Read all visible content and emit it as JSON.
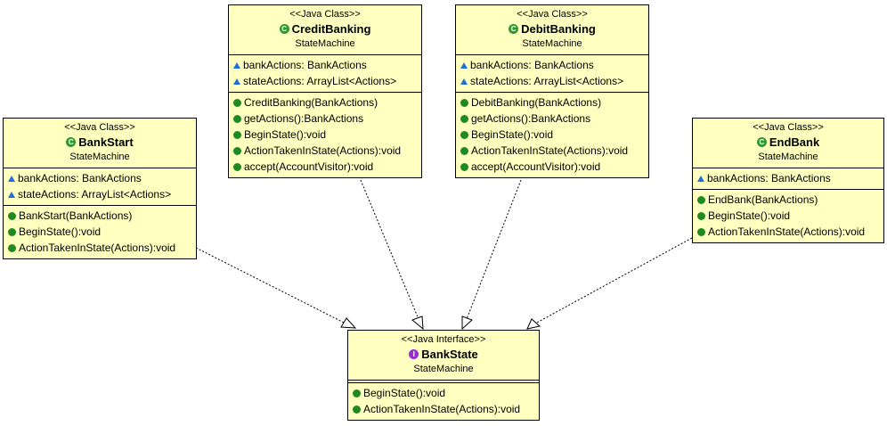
{
  "diagram": {
    "classes": [
      {
        "id": "bankstart",
        "stereotype": "<<Java Class>>",
        "kind": "class",
        "badge": "C",
        "name": "BankStart",
        "package": "StateMachine",
        "fields": [
          "bankActions: BankActions",
          "stateActions: ArrayList<Actions>"
        ],
        "methods": [
          {
            "kind": "constructor",
            "text": "BankStart(BankActions)"
          },
          {
            "kind": "method",
            "text": "BeginState():void"
          },
          {
            "kind": "method",
            "text": "ActionTakenInState(Actions):void"
          }
        ]
      },
      {
        "id": "creditbanking",
        "stereotype": "<<Java Class>>",
        "kind": "class",
        "badge": "C",
        "name": "CreditBanking",
        "package": "StateMachine",
        "fields": [
          "bankActions: BankActions",
          "stateActions: ArrayList<Actions>"
        ],
        "methods": [
          {
            "kind": "constructor",
            "text": "CreditBanking(BankActions)"
          },
          {
            "kind": "method",
            "text": "getActions():BankActions"
          },
          {
            "kind": "method",
            "text": "BeginState():void"
          },
          {
            "kind": "method",
            "text": "ActionTakenInState(Actions):void"
          },
          {
            "kind": "method",
            "text": "accept(AccountVisitor):void"
          }
        ]
      },
      {
        "id": "debitbanking",
        "stereotype": "<<Java Class>>",
        "kind": "class",
        "badge": "C",
        "name": "DebitBanking",
        "package": "StateMachine",
        "fields": [
          "bankActions: BankActions",
          "stateActions: ArrayList<Actions>"
        ],
        "methods": [
          {
            "kind": "constructor",
            "text": "DebitBanking(BankActions)"
          },
          {
            "kind": "method",
            "text": "getActions():BankActions"
          },
          {
            "kind": "method",
            "text": "BeginState():void"
          },
          {
            "kind": "method",
            "text": "ActionTakenInState(Actions):void"
          },
          {
            "kind": "method",
            "text": "accept(AccountVisitor):void"
          }
        ]
      },
      {
        "id": "endbank",
        "stereotype": "<<Java Class>>",
        "kind": "class",
        "badge": "C",
        "name": "EndBank",
        "package": "StateMachine",
        "fields": [
          "bankActions: BankActions"
        ],
        "methods": [
          {
            "kind": "constructor",
            "text": "EndBank(BankActions)"
          },
          {
            "kind": "method",
            "text": "BeginState():void"
          },
          {
            "kind": "method",
            "text": "ActionTakenInState(Actions):void"
          }
        ]
      },
      {
        "id": "bankstate",
        "stereotype": "<<Java Interface>>",
        "kind": "interface",
        "badge": "I",
        "name": "BankState",
        "package": "StateMachine",
        "fields": [],
        "methods": [
          {
            "kind": "method",
            "text": "BeginState():void"
          },
          {
            "kind": "method",
            "text": "ActionTakenInState(Actions):void"
          }
        ]
      }
    ],
    "relations": [
      {
        "from": "bankstart",
        "to": "bankstate",
        "type": "realization"
      },
      {
        "from": "creditbanking",
        "to": "bankstate",
        "type": "realization"
      },
      {
        "from": "debitbanking",
        "to": "bankstate",
        "type": "realization"
      },
      {
        "from": "endbank",
        "to": "bankstate",
        "type": "realization"
      }
    ],
    "colors": {
      "box_fill": "#ffffc0",
      "class_badge": "#2e9a2e",
      "interface_badge": "#9a2ed0",
      "field_icon": "#1e6fd6",
      "method_icon": "#1f8a1f"
    }
  }
}
